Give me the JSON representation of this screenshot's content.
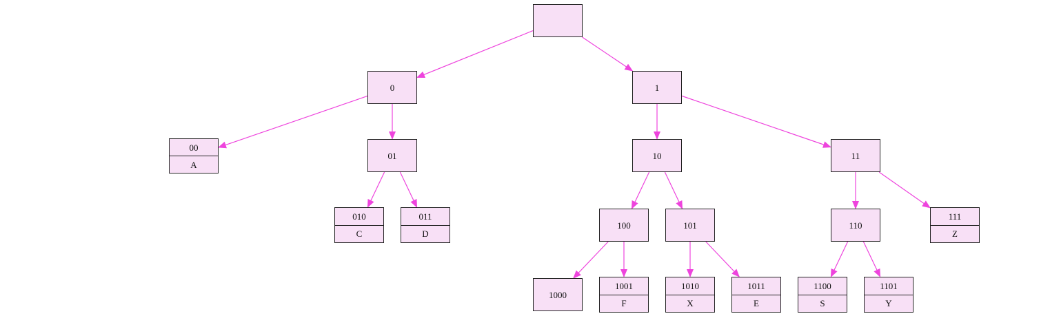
{
  "colors": {
    "node_fill": "#f8e0f6",
    "node_border": "#222222",
    "edge": "#ee44dd"
  },
  "nodes": {
    "root": {
      "code": ""
    },
    "n0": {
      "code": "0"
    },
    "n1": {
      "code": "1"
    },
    "n00": {
      "code": "00",
      "symbol": "A"
    },
    "n01": {
      "code": "01"
    },
    "n10": {
      "code": "10"
    },
    "n11": {
      "code": "11"
    },
    "n010": {
      "code": "010",
      "symbol": "C"
    },
    "n011": {
      "code": "011",
      "symbol": "D"
    },
    "n100": {
      "code": "100"
    },
    "n101": {
      "code": "101"
    },
    "n110": {
      "code": "110"
    },
    "n111": {
      "code": "111",
      "symbol": "Z"
    },
    "n1000": {
      "code": "1000"
    },
    "n1001": {
      "code": "1001",
      "symbol": "F"
    },
    "n1010": {
      "code": "1010",
      "symbol": "X"
    },
    "n1011": {
      "code": "1011",
      "symbol": "E"
    },
    "n1100": {
      "code": "1100",
      "symbol": "S"
    },
    "n1101": {
      "code": "1101",
      "symbol": "Y"
    }
  },
  "edges": [
    [
      "root",
      "n0"
    ],
    [
      "root",
      "n1"
    ],
    [
      "n0",
      "n00"
    ],
    [
      "n0",
      "n01"
    ],
    [
      "n01",
      "n010"
    ],
    [
      "n01",
      "n011"
    ],
    [
      "n1",
      "n10"
    ],
    [
      "n1",
      "n11"
    ],
    [
      "n10",
      "n100"
    ],
    [
      "n10",
      "n101"
    ],
    [
      "n100",
      "n1000"
    ],
    [
      "n100",
      "n1001"
    ],
    [
      "n101",
      "n1010"
    ],
    [
      "n101",
      "n1011"
    ],
    [
      "n11",
      "n110"
    ],
    [
      "n11",
      "n111"
    ],
    [
      "n110",
      "n1100"
    ],
    [
      "n110",
      "n1101"
    ]
  ]
}
